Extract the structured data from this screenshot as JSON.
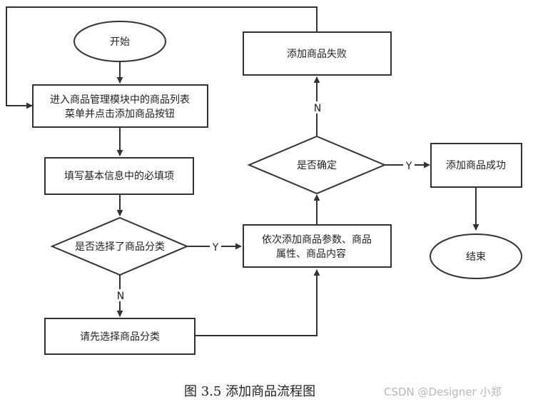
{
  "flowchart": {
    "start": "开始",
    "enter_module_line1": "进入商品管理模块中的商品列表",
    "enter_module_line2": "菜单并点击添加商品按钮",
    "fill_required": "填写基本信息中的必填项",
    "category_decision": "是否选择了商品分类",
    "select_category_first": "请先选择商品分类",
    "add_params_line1": "依次添加商品参数、商品",
    "add_params_line2": "属性、商品内容",
    "confirm_decision": "是否确定",
    "add_failed": "添加商品失败",
    "add_success": "添加商品成功",
    "end": "结束",
    "yes_label": "Y",
    "no_label": "N"
  },
  "caption": "图 3.5  添加商品流程图",
  "watermark": "CSDN @Designer 小郑"
}
